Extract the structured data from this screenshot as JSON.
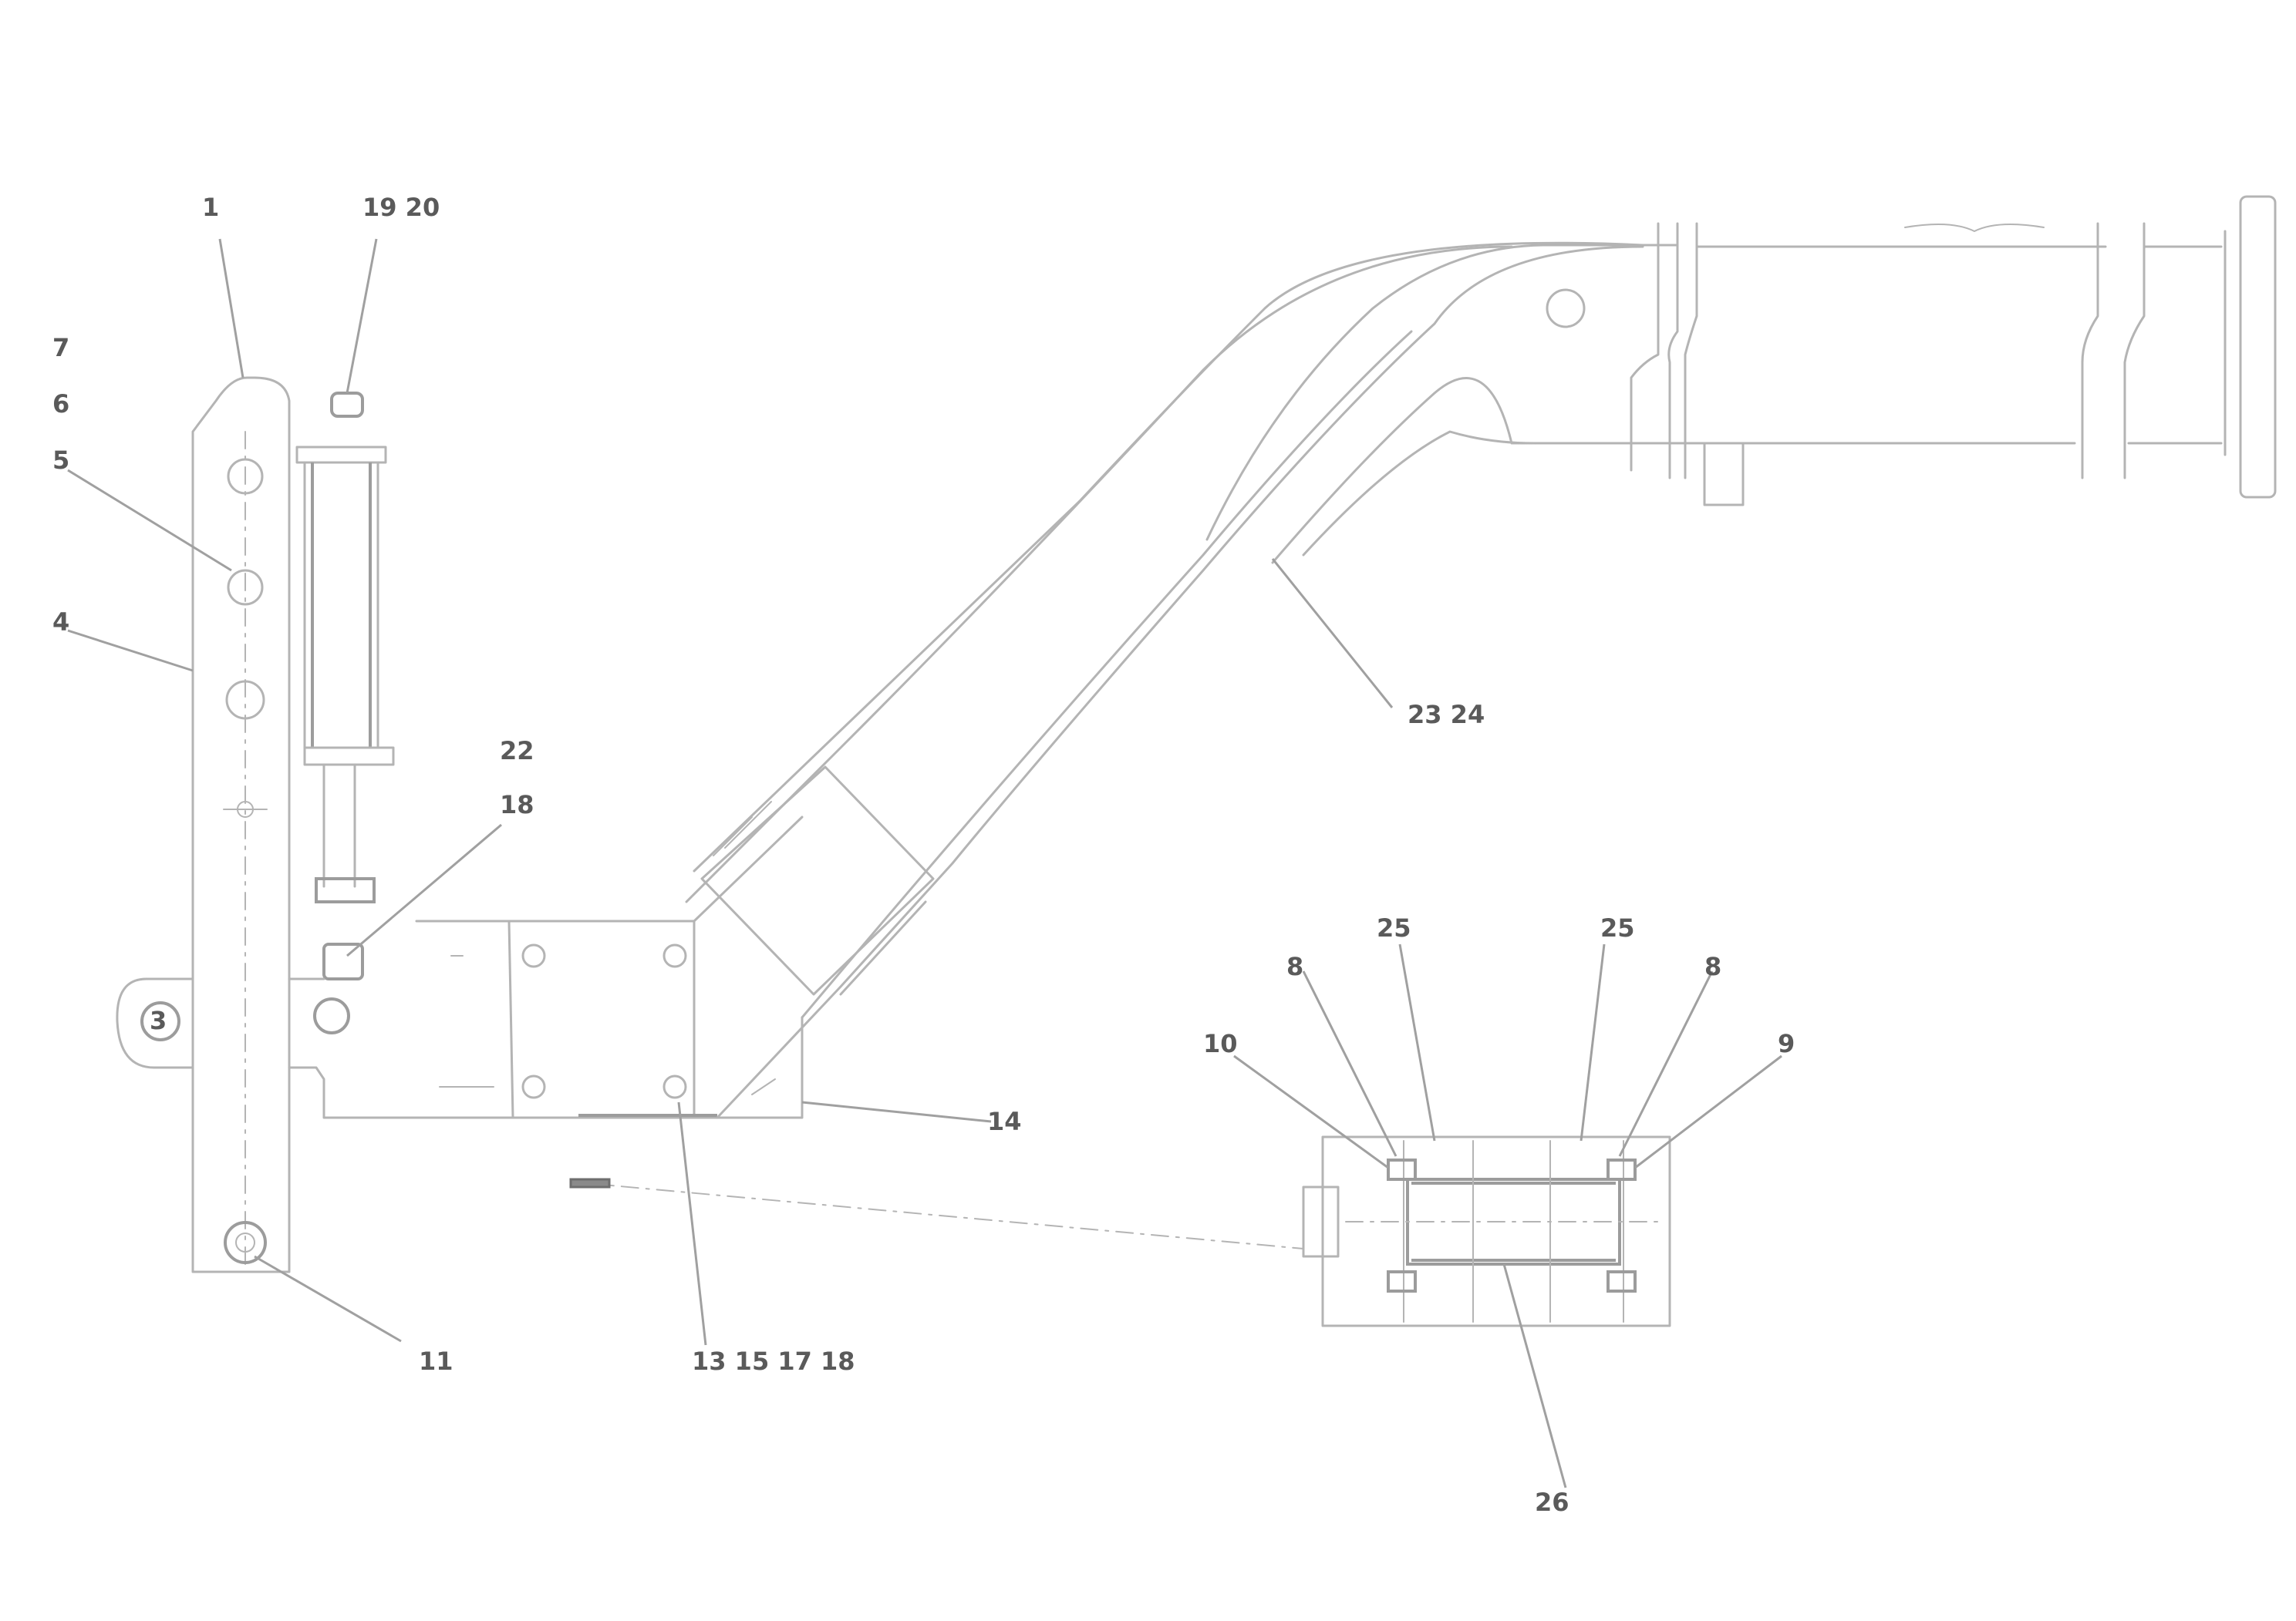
{
  "callouts": {
    "c1": "1",
    "c19_20": "19  20",
    "c7": "7",
    "c6": "6",
    "c5": "5",
    "c4": "4",
    "c22": "22",
    "c18_left": "18",
    "c23_24": "23  24",
    "c14": "14",
    "c11": "11",
    "c13_15_17_18": "13  15  17  18",
    "c8_left": "8",
    "c25_left": "25",
    "c25_right": "25",
    "c8_right": "8",
    "c10": "10",
    "c9": "9",
    "c26": "26",
    "c3": "3"
  }
}
